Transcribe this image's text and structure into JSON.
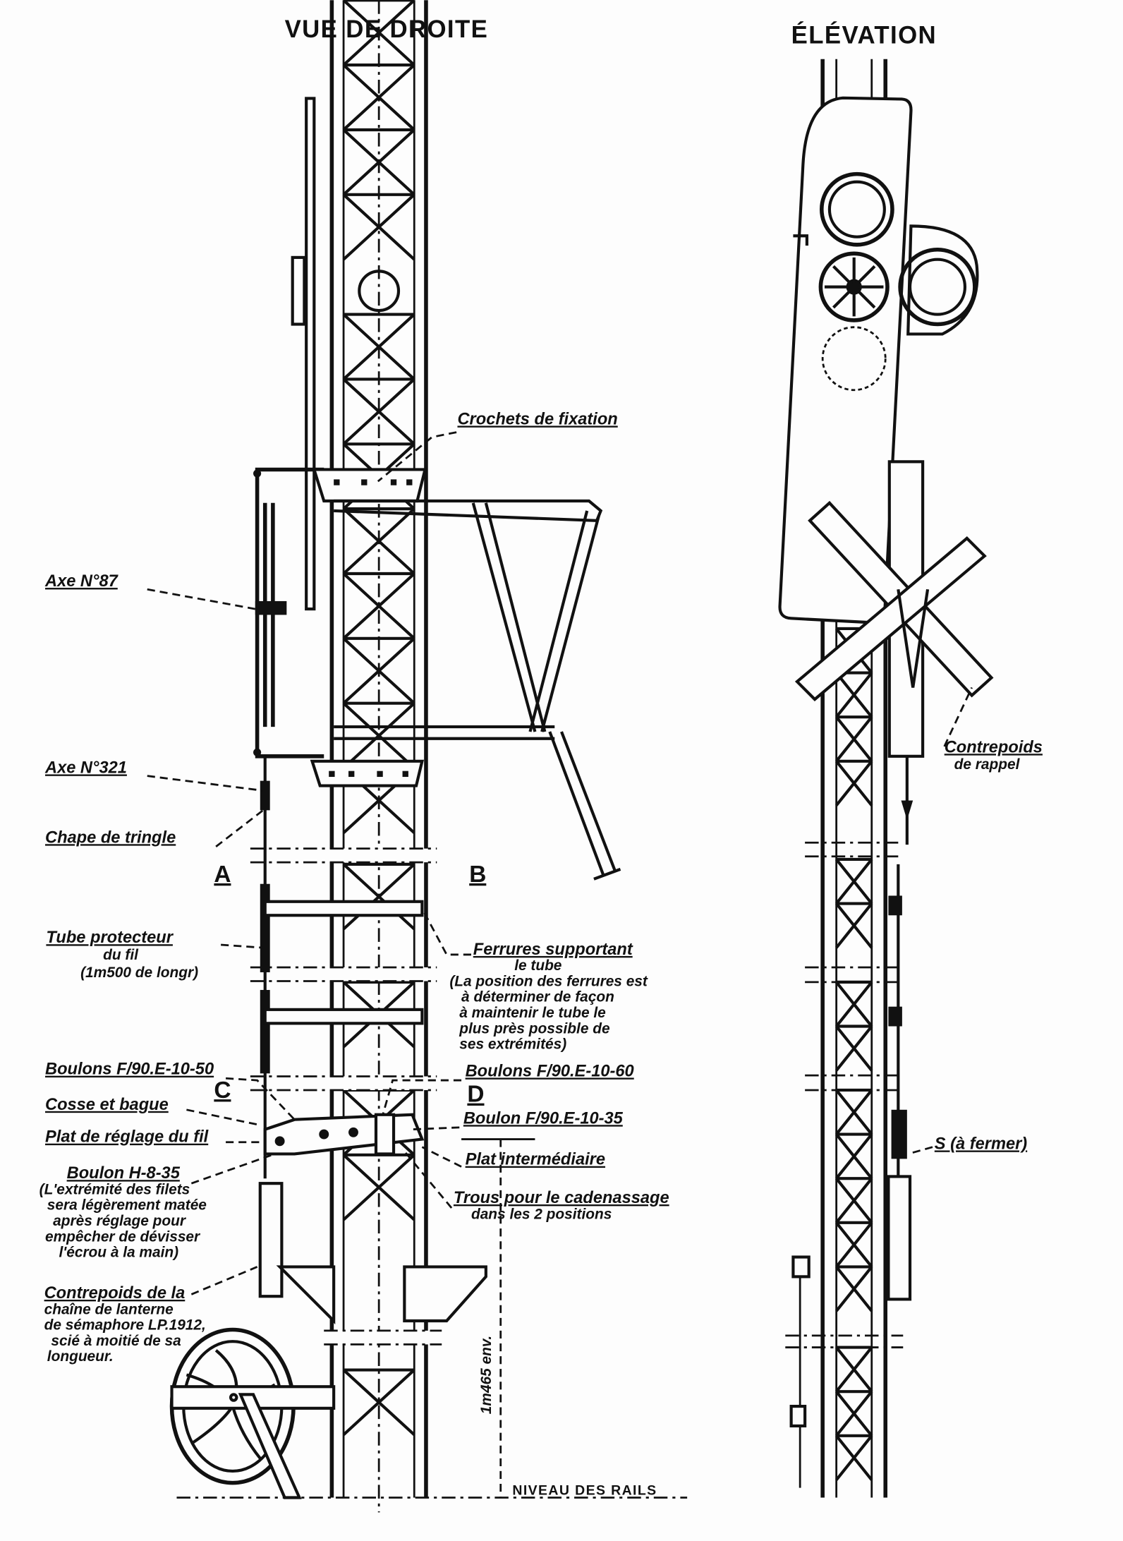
{
  "titles": {
    "left": "VUE DE DROITE",
    "right": "ÉLÉVATION"
  },
  "letters": {
    "a": "A",
    "b": "B",
    "c": "C",
    "d": "D"
  },
  "labels": {
    "crochets": "Crochets de fixation",
    "axe87": "Axe N°87",
    "axe321": "Axe N°321",
    "chape": "Chape de tringle",
    "tube": [
      "Tube protecteur",
      "du fil",
      "(1m500 de longr)"
    ],
    "ferrures": [
      "Ferrures supportant",
      "le tube",
      "(La position des ferrures est",
      "à déterminer de façon",
      "à maintenir le tube le",
      "plus près possible de",
      "ses extrémités)"
    ],
    "boulons_50": "Boulons F/90.E-10-50",
    "boulons_60": "Boulons F/90.E-10-60",
    "cosse": "Cosse et bague",
    "boulon_35": "Boulon F/90.E-10-35",
    "plat_reglage": "Plat de réglage du fil",
    "plat_inter": "Plat intermédiaire",
    "boulon_h": [
      "Boulon H-8-35",
      "(L'extrémité des filets",
      "sera légèrement matée",
      "après réglage pour",
      "empêcher de dévisser",
      "l'écrou à la main)"
    ],
    "trous": [
      "Trous pour le cadenassage",
      "dans les 2 positions"
    ],
    "contrepoids_chaine": [
      "Contrepoids de la",
      "chaîne de lanterne",
      "de sémaphore LP.1912,",
      "scié à moitié de sa",
      "longueur."
    ],
    "hauteur": "1m465 env.",
    "niveau": "NIVEAU DES RAILS",
    "contrepoids_rappel": [
      "Contrepoids",
      "de rappel"
    ],
    "s_fermer": "S (à fermer)"
  }
}
